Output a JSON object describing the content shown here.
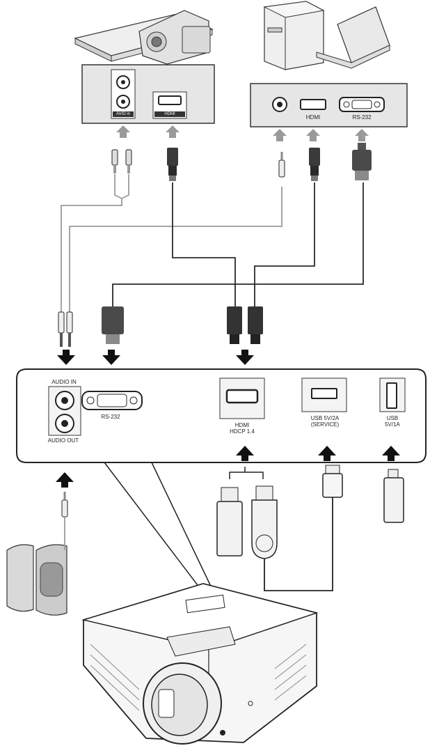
{
  "sources": {
    "av_panel": {
      "av_in_label": "AV/D in",
      "hdmi_label": "HDMI"
    },
    "pc_panel": {
      "hdmi_label": "HDMI",
      "rs232_label": "RS-232"
    }
  },
  "projector_panel": {
    "audio_in_label": "AUDIO IN",
    "audio_out_label": "AUDIO OUT",
    "rs232_label": "RS-232",
    "hdmi_label_line1": "HDMI",
    "hdmi_label_line2": "HDCP 1.4",
    "usb_service_line1": "USB 5V/2A",
    "usb_service_line2": "(SERVICE)",
    "usb_line1": "USB",
    "usb_line2": "5V/1A"
  },
  "colors": {
    "line": "#2a2a2a",
    "arrow_gray": "#9a9a9a",
    "panel_fill": "#e6e6e6",
    "device_fill": "#efefef",
    "connector_dark": "#3a3a3a"
  },
  "icons": [
    "camcorder",
    "dvd-player",
    "desktop-pc",
    "laptop",
    "speakers",
    "projector",
    "hdmi-dongle",
    "wireless-dongle",
    "usb-stick"
  ]
}
